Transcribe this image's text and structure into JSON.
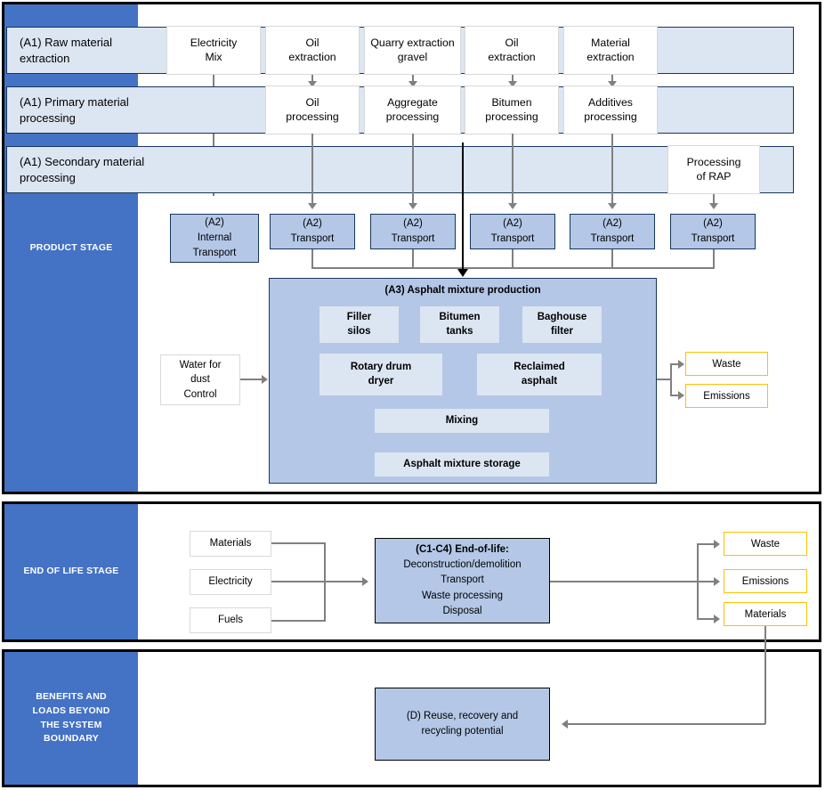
{
  "diagram": {
    "title": "Asphalt LCA system boundary flow diagram",
    "colors": {
      "stage_bar": "#4472C4",
      "band_fill": "#DCE5F2",
      "process_fill": "#B4C7E7",
      "accent_yellow": "#FFC000",
      "connector_grey": "#808080",
      "border_dark": "#17365D"
    }
  },
  "stages": {
    "product": "PRODUCT STAGE",
    "end_of_life": "END OF LIFE STAGE",
    "beyond": "BENEFITS AND\nLOADS BEYOND\nTHE SYSTEM\nBOUNDARY"
  },
  "bands": {
    "raw": "(A1) Raw material\nextraction",
    "primary": "(A1) Primary material\nprocessing",
    "secondary": "(A1) Secondary material\nprocessing"
  },
  "raw_row": [
    {
      "label": "Electricity\nMix"
    },
    {
      "label": "Oil\nextraction"
    },
    {
      "label": "Quarry extraction\ngravel"
    },
    {
      "label": "Oil\nextraction"
    },
    {
      "label": "Material\nextraction"
    }
  ],
  "primary_row": [
    {
      "label": "Oil\nprocessing"
    },
    {
      "label": "Aggregate\nprocessing"
    },
    {
      "label": "Bitumen\nprocessing"
    },
    {
      "label": "Additives\nprocessing"
    }
  ],
  "secondary_row": [
    {
      "label": "Processing\nof RAP"
    }
  ],
  "transport_row": [
    {
      "label": "(A2)\nInternal\nTransport"
    },
    {
      "label": "(A2)\nTransport"
    },
    {
      "label": "(A2)\nTransport"
    },
    {
      "label": "(A2)\nTransport"
    },
    {
      "label": "(A2)\nTransport"
    },
    {
      "label": "(A2)\nTransport"
    }
  ],
  "production": {
    "title": "(A3) Asphalt mixture production",
    "sub_boxes": [
      {
        "label": "Filler\nsilos"
      },
      {
        "label": "Bitumen\ntanks"
      },
      {
        "label": "Baghouse\nfilter"
      },
      {
        "label": "Rotary drum\ndryer"
      },
      {
        "label": "Reclaimed\nasphalt"
      },
      {
        "label": "Mixing"
      },
      {
        "label": "Asphalt mixture storage"
      }
    ],
    "input": "Water for\ndust\nControl",
    "outputs": [
      {
        "label": "Waste"
      },
      {
        "label": "Emissions"
      }
    ]
  },
  "eol": {
    "inputs": [
      {
        "label": "Materials"
      },
      {
        "label": "Electricity"
      },
      {
        "label": "Fuels"
      }
    ],
    "box_title": "(C1-C4) End-of-life:",
    "box_lines": [
      "Deconstruction/demolition",
      "Transport",
      "Waste processing",
      "Disposal"
    ],
    "outputs": [
      {
        "label": "Waste"
      },
      {
        "label": "Emissions"
      },
      {
        "label": "Materials"
      }
    ]
  },
  "module_d": {
    "label": "(D) Reuse, recovery and recycling potential"
  }
}
